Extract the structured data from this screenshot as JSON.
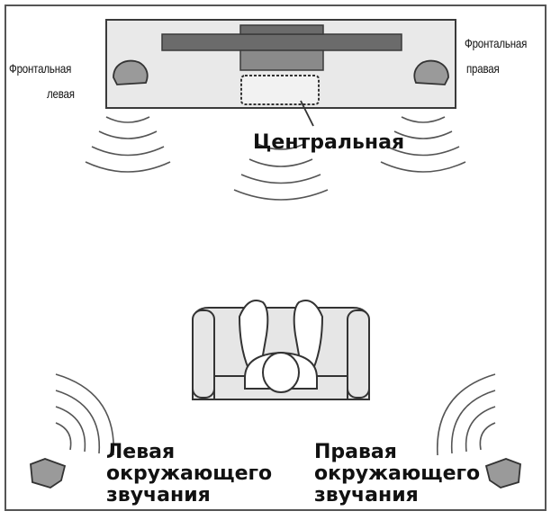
{
  "labels": {
    "front_left": [
      "Фронтальная",
      "левая"
    ],
    "front_right": [
      "Фронтальная",
      "правая"
    ],
    "center": "Центральная",
    "surround_left": [
      "Левая",
      "окружающего",
      "звучания"
    ],
    "surround_right": [
      "Правая",
      "окружающего",
      "звучания"
    ]
  },
  "colors": {
    "outline": "#3a3a3a",
    "tv_stand_fill": "#e9e9e9",
    "tv_fill": "#6b6b6b",
    "speaker_fill": "#9a9a9a",
    "sofa_fill": "#e6e6e6",
    "background": "#ffffff"
  },
  "icons": [
    "speaker-icon",
    "tv-icon",
    "sofa-icon",
    "listener-icon",
    "sound-wave-icon"
  ]
}
